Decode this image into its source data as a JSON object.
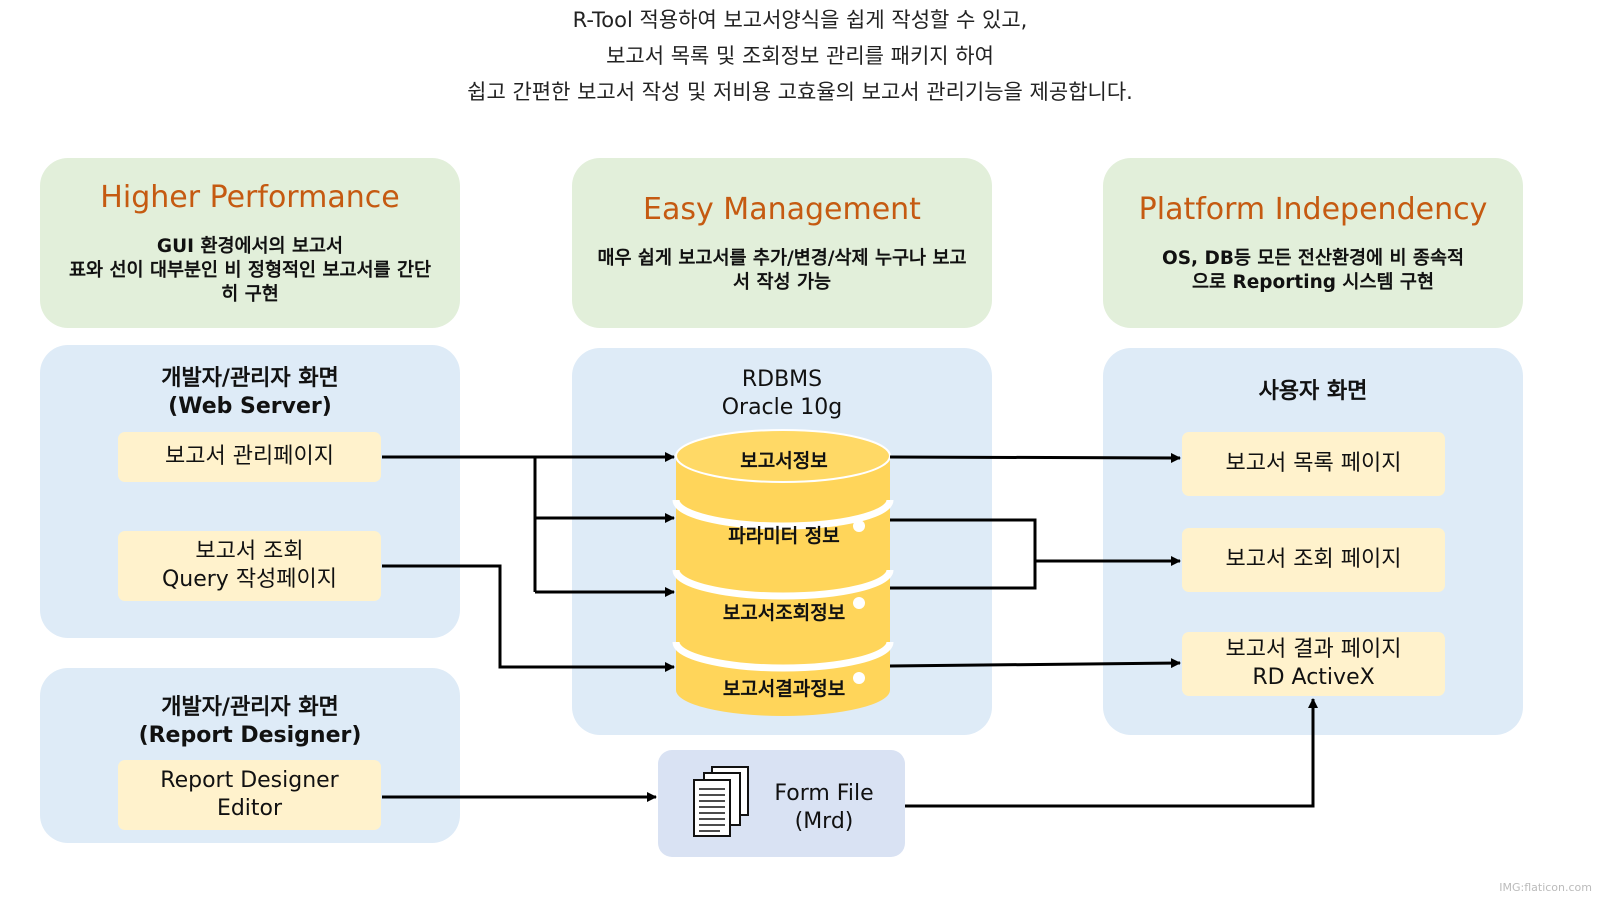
{
  "intro": [
    "R-Tool 적용하여 보고서양식을 쉽게 작성할 수 있고,",
    "보고서 목록 및 조회정보 관리를 패키지 하여",
    "쉽고 간편한 보고서 작성 및 저비용 고효율의 보고서 관리기능을 제공합니다."
  ],
  "features": [
    {
      "title": "Higher Performance",
      "desc": [
        "GUI 환경에서의 보고서",
        "표와 선이 대부분인 비 정형적인 보고서를 간단",
        "히 구현"
      ]
    },
    {
      "title": "Easy Management",
      "desc": [
        "매우 쉽게 보고서를 추가/변경/삭제 누구나 보고",
        "서 작성 가능"
      ]
    },
    {
      "title": "Platform Independency",
      "desc": [
        "OS, DB등 모든 전산환경에 비 종속적",
        "으로 Reporting 시스템 구현"
      ]
    }
  ],
  "web_server": {
    "title": [
      "개발자/관리자 화면",
      "(Web Server)"
    ],
    "boxes": [
      [
        "보고서 관리페이지"
      ],
      [
        "보고서 조회",
        "Query 작성페이지"
      ]
    ]
  },
  "report_designer": {
    "title": [
      "개발자/관리자 화면",
      "(Report Designer)"
    ],
    "boxes": [
      [
        "Report Designer",
        "Editor"
      ]
    ]
  },
  "rdbms": {
    "title": [
      "RDBMS",
      "Oracle 10g"
    ],
    "layers": [
      "보고서정보",
      "파라미터 정보",
      "보고서조회정보",
      "보고서결과정보"
    ],
    "colors": {
      "top": "#ffd966",
      "body": "#ffd55a",
      "rim": "#ffffff"
    }
  },
  "user_screen": {
    "title": [
      "사용자 화면"
    ],
    "boxes": [
      [
        "보고서 목록 페이지"
      ],
      [
        "보고서 조회 페이지"
      ],
      [
        "보고서 결과 페이지",
        "RD ActiveX"
      ]
    ]
  },
  "form_file": {
    "label": [
      "Form File",
      "(Mrd)"
    ],
    "icon": "documents-icon"
  },
  "watermark": "IMG:flaticon.com"
}
